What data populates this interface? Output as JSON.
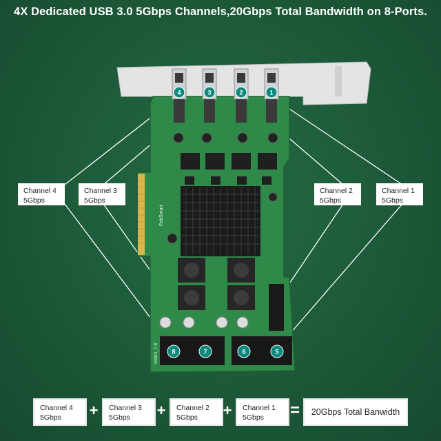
{
  "headline": "4X Dedicated USB 3.0 5Gbps Channels,20Gbps Total Bandwidth on 8-Ports.",
  "colors": {
    "background": "#1e5a3a",
    "pcb": "#2f8a4a",
    "port_badge": "#0c8a7e",
    "bracket": "#e8e8e8"
  },
  "channels": [
    {
      "name": "Channel 4",
      "speed": "5Gbps"
    },
    {
      "name": "Channel 3",
      "speed": "5Gbps"
    },
    {
      "name": "Channel 2",
      "speed": "5Gbps"
    },
    {
      "name": "Channel 1",
      "speed": "5Gbps"
    }
  ],
  "ports": {
    "top": [
      "4",
      "3",
      "2",
      "1"
    ],
    "bottom": [
      "8",
      "7",
      "6",
      "5"
    ]
  },
  "board_label": "FebSmart",
  "header_label": "USB3_7-8",
  "summary": {
    "items": [
      {
        "name": "Channel 4",
        "speed": "5Gbps"
      },
      {
        "name": "Channel 3",
        "speed": "5Gbps"
      },
      {
        "name": "Channel 2",
        "speed": "5Gbps"
      },
      {
        "name": "Channel 1",
        "speed": "5Gbps"
      }
    ],
    "plus": "+",
    "equals": "=",
    "total": "20Gbps Total Banwidth"
  }
}
